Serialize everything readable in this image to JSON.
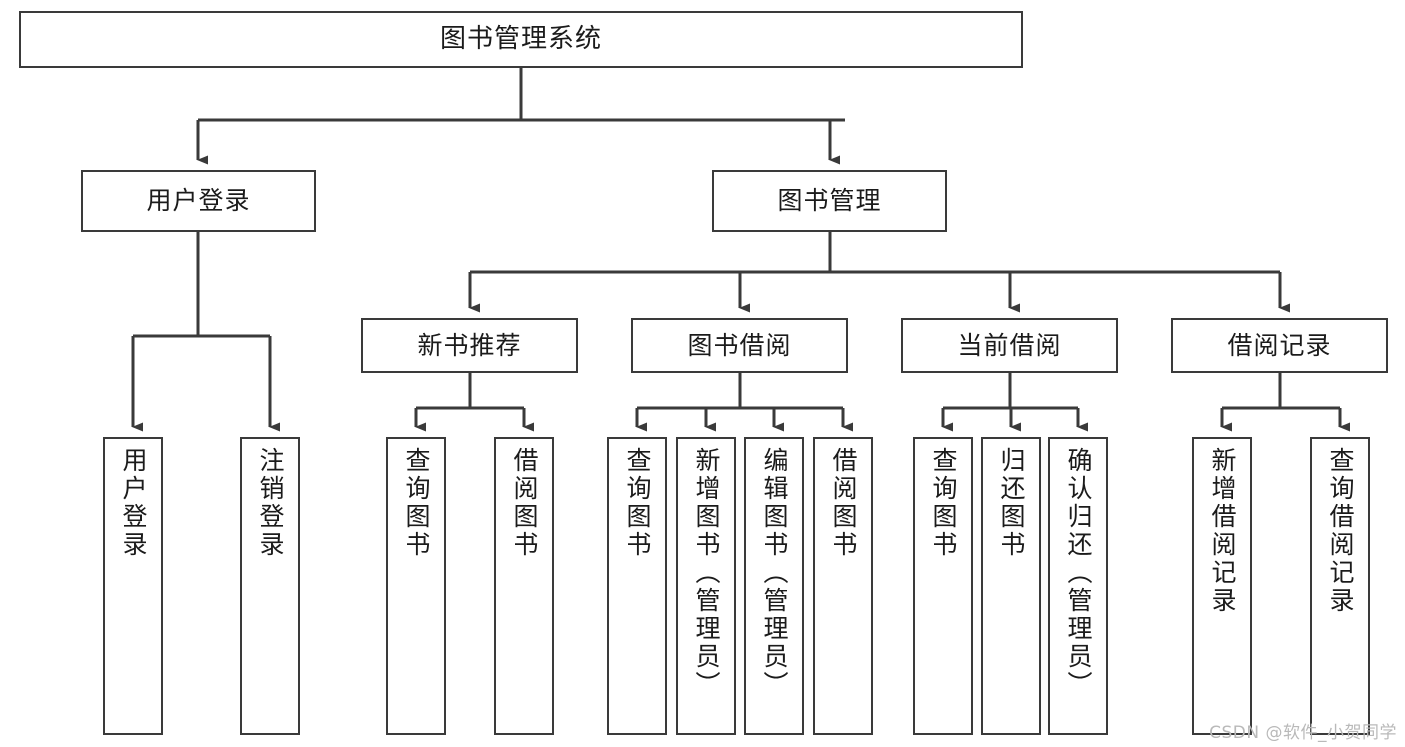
{
  "diagram": {
    "title": "图书管理系统",
    "type": "tree-hierarchy",
    "orientation": "top-down",
    "colors": {
      "box_border": "#3a3a3a",
      "box_fill": "#ffffff",
      "edge": "#3a3a3a",
      "text": "#1b1b1b",
      "watermark": "#b9b9b9",
      "background": "#ffffff"
    },
    "root": {
      "label": "图书管理系统"
    },
    "level2": [
      {
        "id": "user-login",
        "label": "用户登录"
      },
      {
        "id": "book-management",
        "label": "图书管理"
      }
    ],
    "level3": [
      {
        "id": "new-book-recommend",
        "label": "新书推荐",
        "parent": "book-management"
      },
      {
        "id": "book-borrow",
        "label": "图书借阅",
        "parent": "book-management"
      },
      {
        "id": "current-borrow",
        "label": "当前借阅",
        "parent": "book-management"
      },
      {
        "id": "borrow-record",
        "label": "借阅记录",
        "parent": "book-management"
      }
    ],
    "leaves": [
      {
        "id": "leaf-user-login",
        "label": "用户登录",
        "parent": "user-login"
      },
      {
        "id": "leaf-logout-login",
        "label": "注销登录",
        "parent": "user-login"
      },
      {
        "id": "leaf-query-book-1",
        "label": "查询图书",
        "parent": "new-book-recommend"
      },
      {
        "id": "leaf-borrow-book-1",
        "label": "借阅图书",
        "parent": "new-book-recommend"
      },
      {
        "id": "leaf-query-book-2",
        "label": "查询图书",
        "parent": "book-borrow"
      },
      {
        "id": "leaf-add-book",
        "label": "新增图书（管理员）",
        "parent": "book-borrow"
      },
      {
        "id": "leaf-edit-book",
        "label": "编辑图书（管理员）",
        "parent": "book-borrow"
      },
      {
        "id": "leaf-borrow-book-2",
        "label": "借阅图书",
        "parent": "book-borrow"
      },
      {
        "id": "leaf-query-book-3",
        "label": "查询图书",
        "parent": "current-borrow"
      },
      {
        "id": "leaf-return-book",
        "label": "归还图书",
        "parent": "current-borrow"
      },
      {
        "id": "leaf-confirm-return",
        "label": "确认归还（管理员）",
        "parent": "current-borrow"
      },
      {
        "id": "leaf-add-record",
        "label": "新增借阅记录",
        "parent": "borrow-record"
      },
      {
        "id": "leaf-query-record",
        "label": "查询借阅记录",
        "parent": "borrow-record"
      }
    ],
    "watermark": "CSDN @软件_小贺同学"
  }
}
